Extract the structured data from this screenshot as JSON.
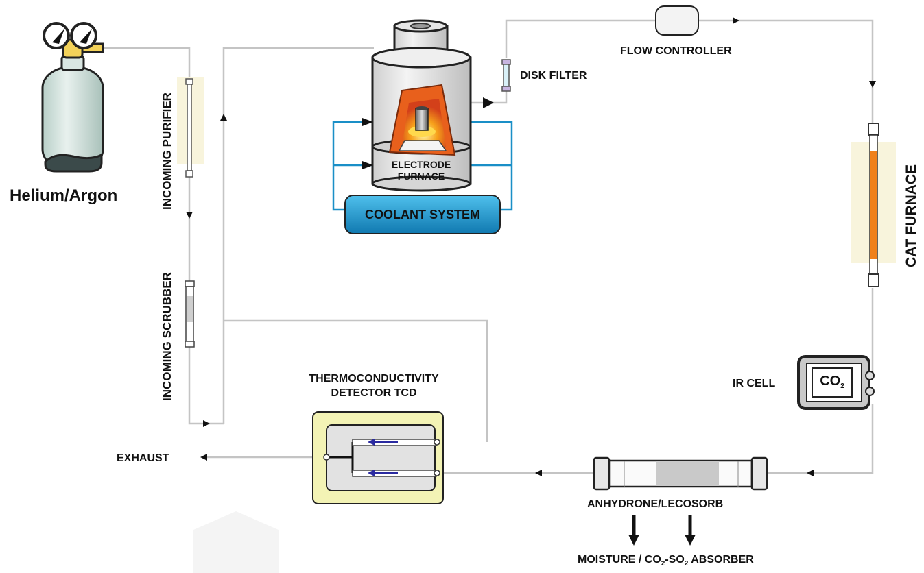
{
  "diagram": {
    "gas_source": "Helium/Argon",
    "incoming_purifier": "INCOMING PURIFIER",
    "incoming_scrubber": "INCOMING SCRUBBER",
    "electrode_furnace_line1": "ELECTRODE",
    "electrode_furnace_line2": "FURNACE",
    "coolant_system": "COOLANT SYSTEM",
    "disk_filter": "DISK FILTER",
    "flow_controller": "FLOW CONTROLLER",
    "cat_furnace": "CAT FURNACE",
    "ir_cell": "IR CELL",
    "ir_cell_gas": {
      "main": "CO",
      "sub": "2"
    },
    "tcd_line1": "THERMOCONDUCTIVITY",
    "tcd_line2": "DETECTOR TCD",
    "exhaust": "EXHAUST",
    "anhydrone": "ANHYDRONE/LECOSORB",
    "absorber": {
      "part1": "MOISTURE / CO",
      "sub1": "2",
      "part2": "-SO",
      "sub2": "2",
      "part3": " ABSORBER"
    }
  },
  "colors": {
    "line": "#bdbdbd",
    "coolant_line": "#1a8fc7",
    "coolant_box": "#1aa0d8",
    "heater": "#f08019",
    "tcd_body": "#f3f3b5",
    "flow_arrow_blue": "#2a2aa0"
  }
}
